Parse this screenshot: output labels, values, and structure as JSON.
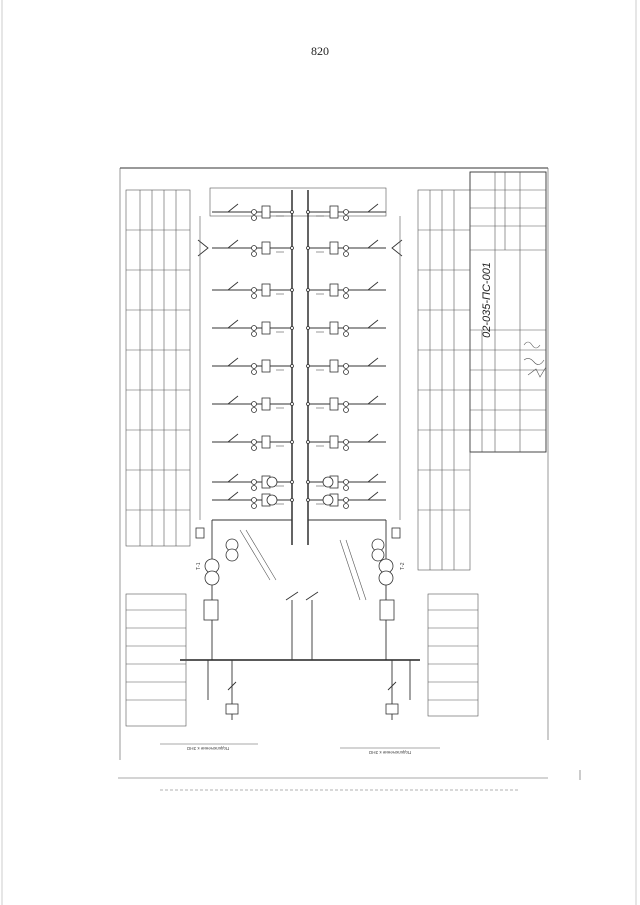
{
  "page": {
    "number": "820"
  },
  "title_block": {
    "drawing_code": "02-035-ПС-001"
  },
  "bottom_captions": [
    "Подключение к ЗНО",
    "Подключение к ЗНО"
  ],
  "tags": {
    "left": "Т-1",
    "right": "Т-2"
  }
}
